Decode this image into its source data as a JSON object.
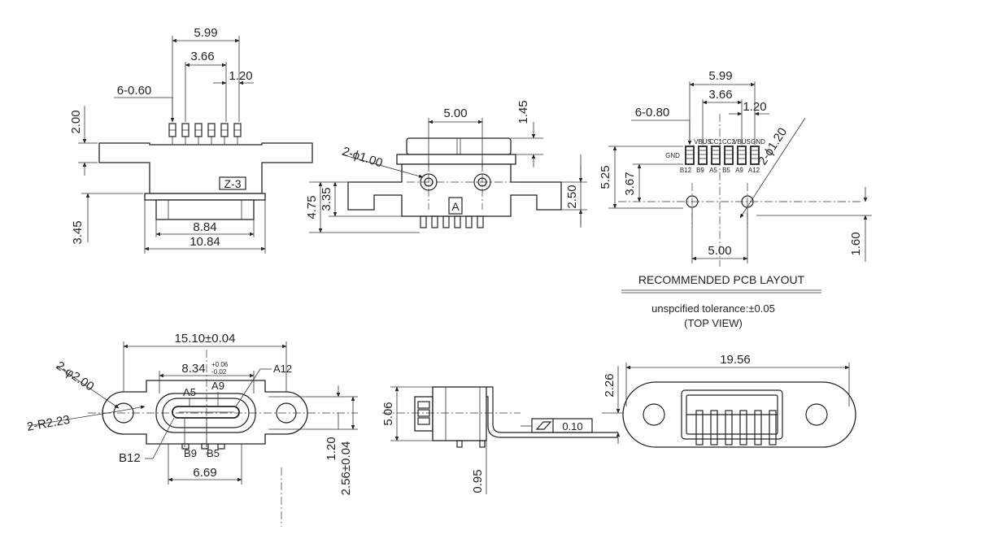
{
  "dims": {
    "top_span": "5.99",
    "top_mid": "3.66",
    "top_pitch": "1.20",
    "top_pins": "6-0.60",
    "left_height": "2.00",
    "left_bottom": "3.45",
    "bottom_inner": "8.84",
    "bottom_outer": "10.84",
    "marking": "Z-3",
    "side_width": "5.00",
    "side_top": "1.45",
    "side_holes": "2-ϕ1.00",
    "side_h1": "4.75",
    "side_h2": "3.35",
    "side_right": "2.50",
    "side_mark": "A",
    "pcb_span": "5.99",
    "pcb_mid": "3.66",
    "pcb_pitch": "1.20",
    "pcb_pads": "6-0.80",
    "pcb_holes": "2-ϕ1.20",
    "pcb_h1": "5.25",
    "pcb_h2": "3.67",
    "pcb_hole_dist": "5.00",
    "pcb_right": "1.60",
    "front_width": "15.10±0.04",
    "front_opening_main": "8.34",
    "front_opening_tol_up": "+0.06",
    "front_opening_tol_dn": "-0.02",
    "front_holes": "2-φ2.00",
    "front_radius": "2-R2.23",
    "front_bottom": "6.69",
    "front_h1": "1.20",
    "front_h2": "2.56±0.04",
    "pro_h": "5.06",
    "pro_top": "2.26",
    "pro_bottom": "0.95",
    "flatness_value": "0.10",
    "rear_width": "19.56"
  },
  "pcb_pins": {
    "top": [
      "GND",
      "VBUS",
      "CC1",
      "CC2",
      "VBUS",
      "GND"
    ],
    "bottom": [
      "B12",
      "B9",
      "A5",
      "B5",
      "A9",
      "A12"
    ]
  },
  "front_pins": {
    "a5": "A5",
    "a9": "A9",
    "a12": "A12",
    "b12": "B12",
    "b9": "B9",
    "b5": "B5"
  },
  "notes": {
    "layout_title": "RECOMMENDED PCB LAYOUT",
    "tolerance": "unspcified tolerance:±0.05",
    "view": "(TOP VIEW)"
  }
}
